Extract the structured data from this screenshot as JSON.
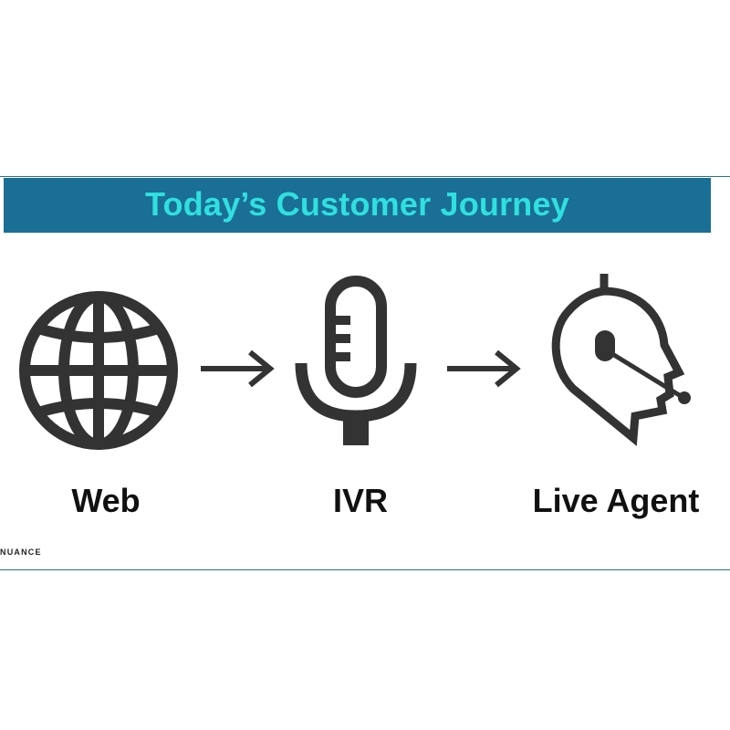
{
  "title": "Today’s Customer Journey",
  "colors": {
    "banner": "#1b6e95",
    "title_text": "#2ee0de",
    "icon": "#333333",
    "rule": "#2d6e8e"
  },
  "steps": [
    {
      "label": "Web",
      "icon": "globe-icon"
    },
    {
      "label": "IVR",
      "icon": "microphone-icon"
    },
    {
      "label": "Live Agent",
      "icon": "headset-agent-icon"
    }
  ],
  "connectors": [
    "arrow-right-icon",
    "arrow-right-icon"
  ],
  "brand": "NUANCE"
}
